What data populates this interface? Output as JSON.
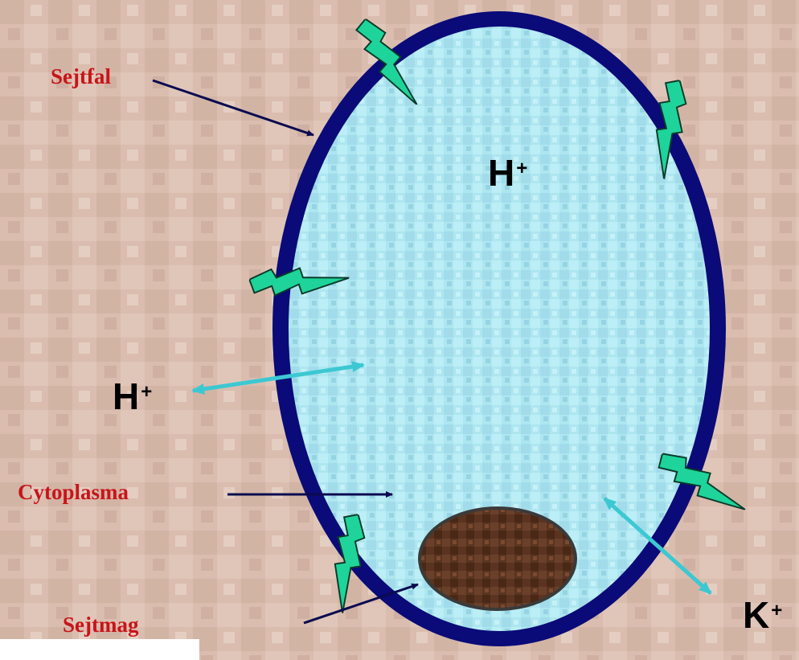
{
  "labels": {
    "cell_wall": "Sejtfal",
    "cytoplasm": "Cytoplasma",
    "nucleus": "Sejtmag"
  },
  "ions": {
    "inside": {
      "symbol": "H",
      "charge": "+"
    },
    "outside_left": {
      "symbol": "H",
      "charge": "+"
    },
    "outside_right": {
      "symbol": "K",
      "charge": "+"
    }
  },
  "colors": {
    "cell_wall": "#0a0a78",
    "cytoplasm": "#aee6f0",
    "nucleus": "#5a3420",
    "label_text": "#c8141a",
    "arrow_cyan": "#3cc8d2",
    "lightning": "#1ed49a"
  },
  "icons": [
    "lightning-bolt-icon"
  ]
}
